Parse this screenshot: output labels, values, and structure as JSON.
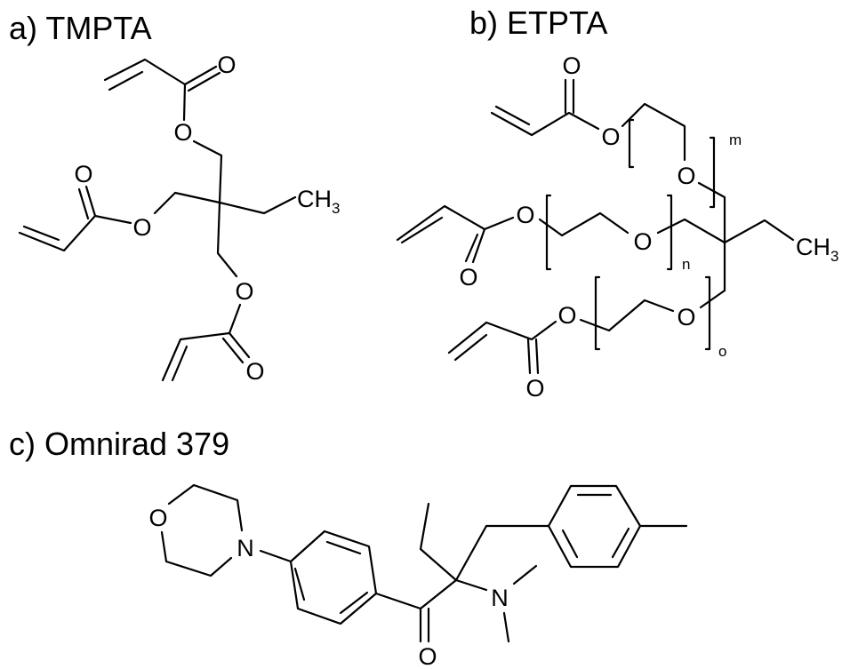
{
  "titles": {
    "a": "a) TMPTA",
    "b": "b) ETPTA",
    "c": "c) Omnirad 379"
  },
  "atoms": {
    "O": "O",
    "N": "N",
    "CH": "CH",
    "three": "3"
  },
  "repeat_indices": {
    "m": "m",
    "n": "n",
    "o": "o"
  }
}
